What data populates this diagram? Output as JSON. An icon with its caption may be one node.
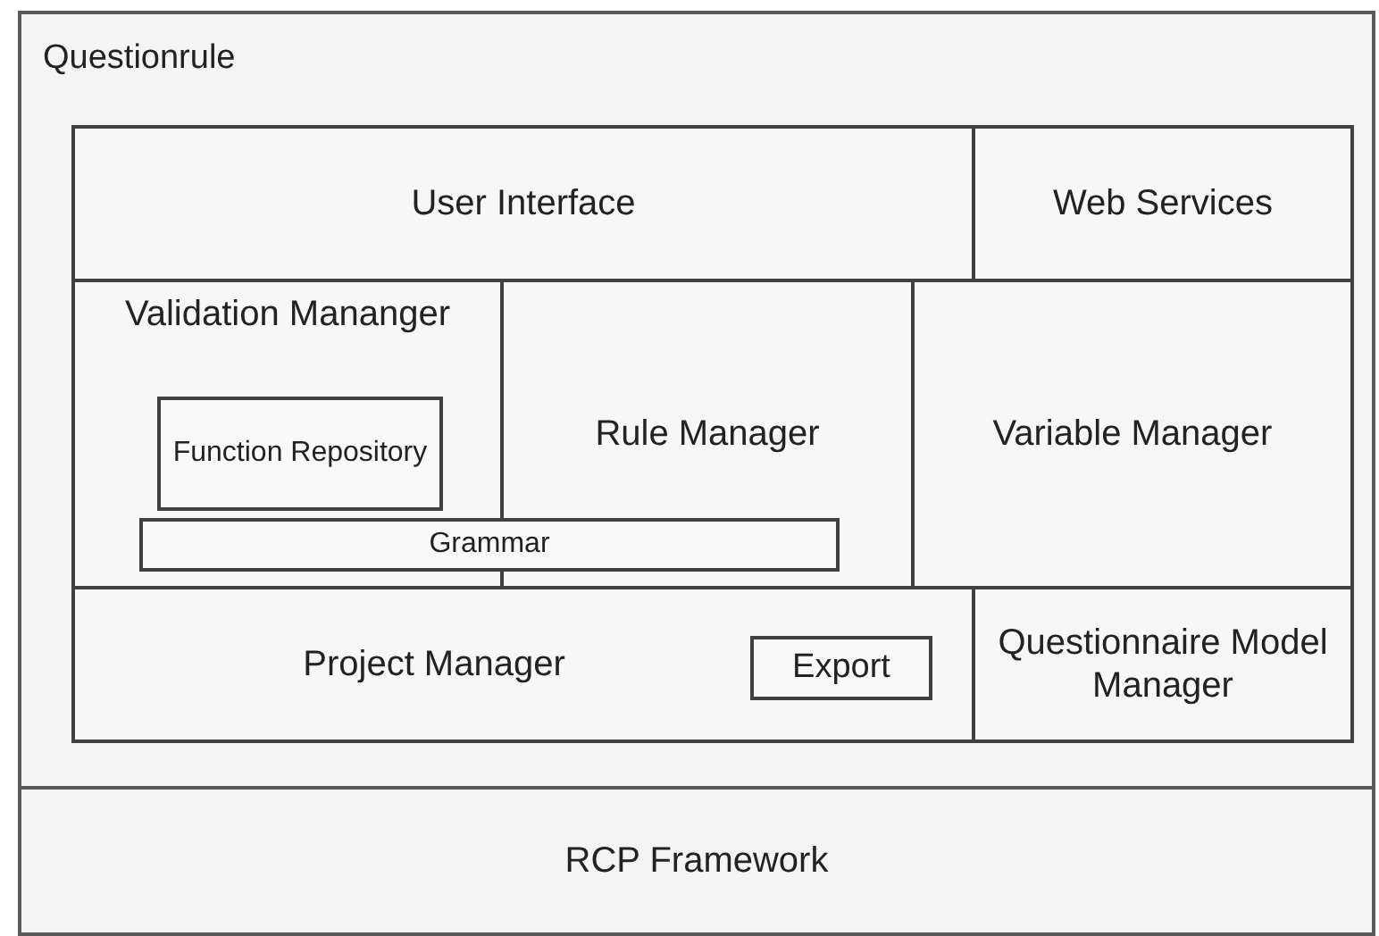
{
  "diagram": {
    "nodes": [
      {
        "text": [
          "Questionrule"
        ]
      },
      {
        "text": [
          "User Interface"
        ],
        "in": 0
      },
      {
        "text": [
          "Web Services"
        ],
        "in": 0
      },
      {
        "text": [
          "Validation Mananger"
        ],
        "in": 0
      },
      {
        "text": [
          "Function Repository"
        ],
        "in": 3
      },
      {
        "text": [
          "Rule Manager"
        ],
        "in": 0
      },
      {
        "text": [
          "Variable Manager"
        ],
        "in": 0
      },
      {
        "text": [
          "Grammar"
        ],
        "in": 0
      },
      {
        "text": [
          "Project Manager"
        ],
        "in": 0
      },
      {
        "text": [
          "Export"
        ],
        "in": 8
      },
      {
        "text": [
          "Questionnaire Model Manager"
        ],
        "in": 0
      },
      {
        "text": [
          "RCP Framework"
        ]
      }
    ]
  }
}
